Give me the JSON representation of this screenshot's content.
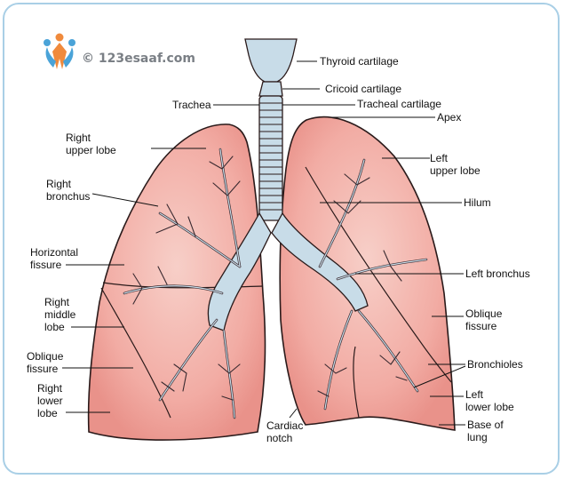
{
  "brand": {
    "text": "© 123esaaf.com"
  },
  "labels": {
    "thyroid": "Thyroid cartilage",
    "cricoid": "Cricoid cartilage",
    "trachea": "Trachea",
    "tracheal": "Tracheal cartilage",
    "apex": "Apex",
    "right_upper": "Right\nupper lobe",
    "left_upper": "Left\nupper lobe",
    "right_bronchus": "Right\nbronchus",
    "hilum": "Hilum",
    "horizontal_fissure": "Horizontal\nfissure",
    "left_bronchus": "Left bronchus",
    "right_middle": "Right\nmiddle\nlobe",
    "oblique_fissure_left": "Oblique\nfissure",
    "oblique_fissure_right": "Oblique\nfissure",
    "bronchioles": "Bronchioles",
    "right_lower": "Right\nlower\nlobe",
    "left_lower": "Left\nlower lobe",
    "cardiac_notch": "Cardiac\nnotch",
    "base_of_lung": "Base of\nlung"
  },
  "colors": {
    "lung_fill": "#f3b3ac",
    "lung_edge": "#2a1a1a",
    "airway_fill": "#c8dce8",
    "frame": "#a9cfe6"
  }
}
